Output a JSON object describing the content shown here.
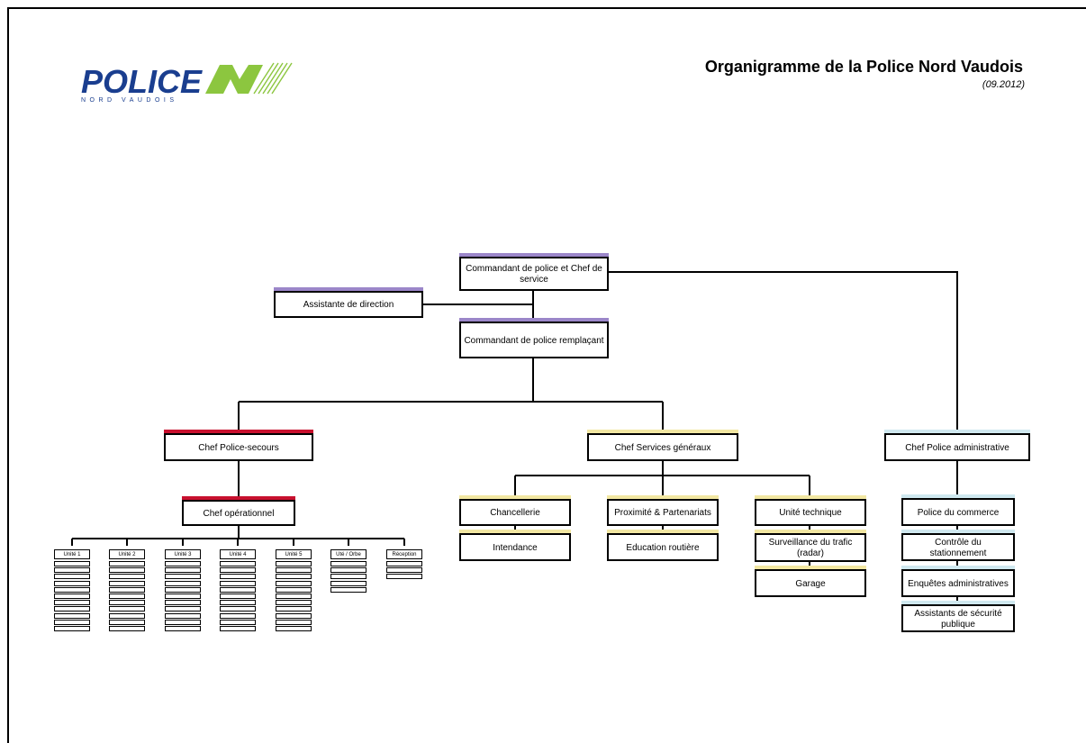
{
  "header": {
    "logo_text": "POLICE",
    "logo_subtext": "NORD VAUDOIS",
    "title": "Organigramme de la Police Nord Vaudois",
    "date": "(09.2012)"
  },
  "colors": {
    "direction": "#9b86c9",
    "police_secours": "#c8102e",
    "services_generaux": "#f2e7a2",
    "police_administrative": "#cfe8ef",
    "logo_blue": "#1a3e8f",
    "logo_green": "#8cc63f"
  },
  "org": {
    "commandant": "Commandant de police et Chef de service",
    "assistante": "Assistante de direction",
    "remplacant": "Commandant de police remplaçant",
    "police_secours": {
      "chef": "Chef Police-secours",
      "operationnel": "Chef opérationnel",
      "units": [
        "Unité 1",
        "Unité 2",
        "Unité 3",
        "Unité 4",
        "Unité 5",
        "Uté / Orbe",
        "Réception"
      ]
    },
    "services_generaux": {
      "chef": "Chef Services généraux",
      "chancellerie": "Chancellerie",
      "intendance": "Intendance",
      "proximite": "Proximité & Partenariats",
      "education": "Education routière",
      "technique": "Unité technique",
      "surveillance": "Surveillance du trafic (radar)",
      "garage": "Garage"
    },
    "police_administrative": {
      "chef": "Chef Police administrative",
      "commerce": "Police du commerce",
      "stationnement": "Contrôle du stationnement",
      "enquetes": "Enquêtes administratives",
      "assistants": "Assistants de sécurité publique"
    }
  }
}
